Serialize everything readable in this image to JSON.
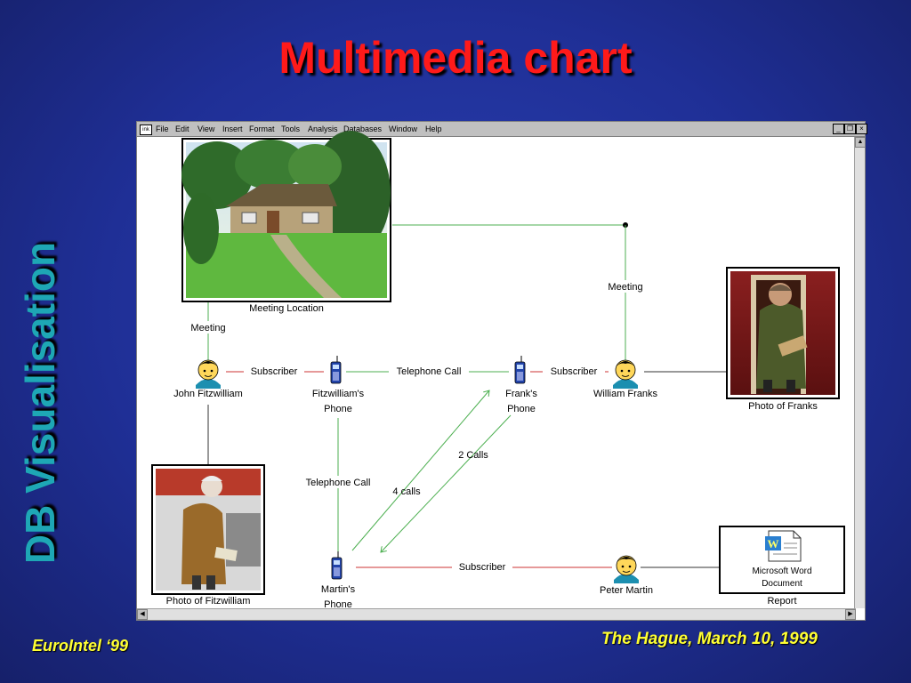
{
  "slide": {
    "title": "Multimedia chart",
    "side_title": "DB Visualisation",
    "footer_left": "EuroIntel ‘99",
    "footer_right": "The Hague, March 10, 1999"
  },
  "menu": {
    "icon": "ink",
    "items": [
      "File",
      "Edit",
      "View",
      "Insert",
      "Format",
      "Tools",
      "Analysis",
      "Databases",
      "Window",
      "Help"
    ]
  },
  "nodes": {
    "meeting_location": "Meeting Location",
    "john": "John Fitzwilliam",
    "fitz_phone_1": "Fitzwilliam's",
    "fitz_phone_2": "Phone",
    "frank_phone_1": "Frank's",
    "frank_phone_2": "Phone",
    "william": "William Franks",
    "photo_franks": "Photo of Franks",
    "photo_fitz": "Photo of Fitzwilliam",
    "martin_phone_1": "Martin's",
    "martin_phone_2": "Phone",
    "peter": "Peter Martin",
    "word_doc_1": "Microsoft Word",
    "word_doc_2": "Document",
    "report": "Report"
  },
  "links": {
    "meeting_left": "Meeting",
    "meeting_right": "Meeting",
    "subscriber_1": "Subscriber",
    "telephone_call_1": "Telephone Call",
    "subscriber_2": "Subscriber",
    "telephone_call_2": "Telephone Call",
    "calls_4": "4 calls",
    "calls_2": "2 Calls",
    "subscriber_3": "Subscriber"
  },
  "colors": {
    "title": "#ff1a1a",
    "side_title": "#1ea7b5",
    "footer": "#ffff33",
    "link_green": "#4caf50",
    "link_red": "#cc3333"
  }
}
